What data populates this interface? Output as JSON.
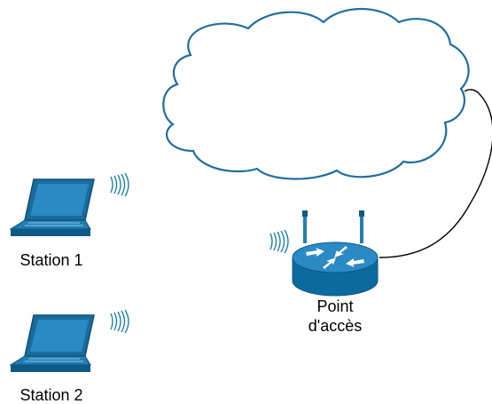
{
  "nodes": {
    "station_1": {
      "label": "Station 1",
      "icon": "laptop-icon"
    },
    "station_2": {
      "label": "Station 2",
      "icon": "laptop-icon"
    },
    "access_point": {
      "label": "Point\nd'accès",
      "icon": "wireless-router-icon"
    },
    "network": {
      "icon": "cloud-icon"
    }
  },
  "links": [
    {
      "from": "access_point",
      "to": "network",
      "type": "wired"
    }
  ],
  "colors": {
    "device_fill": "#1f7fb4",
    "device_dark": "#0d5a86",
    "cloud_stroke": "#1f6ea0",
    "line": "#000000"
  }
}
